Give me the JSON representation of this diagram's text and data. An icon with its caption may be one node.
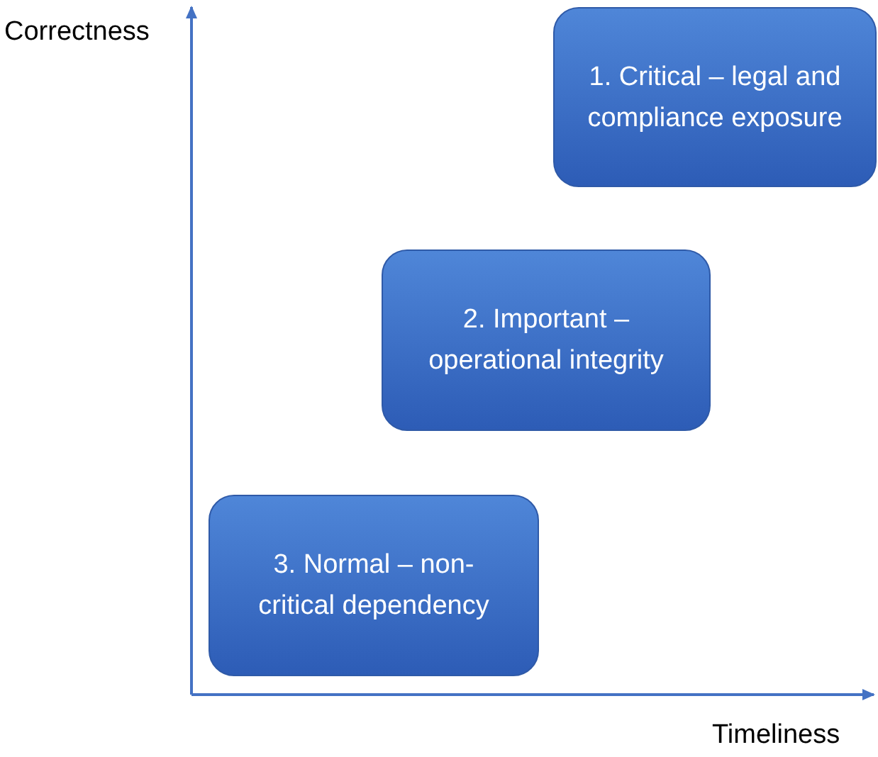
{
  "diagram": {
    "nodes": [
      {
        "text": [
          "1. Critical – legal and compliance exposure"
        ]
      },
      {
        "text": [
          "2. Important – operational integrity"
        ]
      },
      {
        "text": [
          "3. Normal – non-critical dependency"
        ]
      }
    ],
    "labels": [
      "Correctness",
      "Timeliness"
    ]
  }
}
